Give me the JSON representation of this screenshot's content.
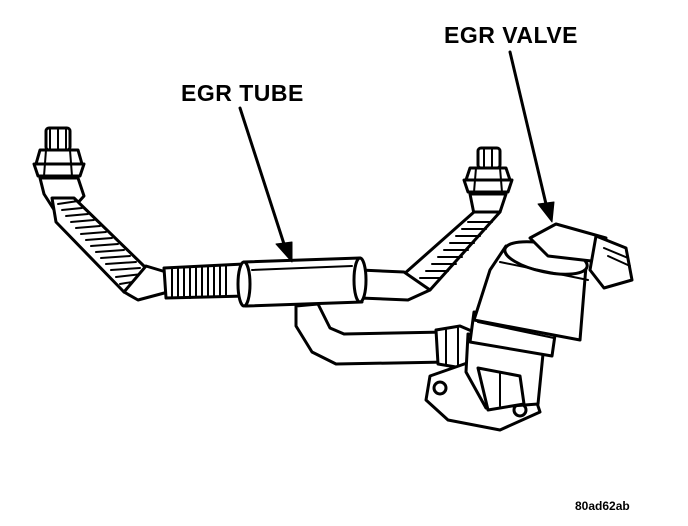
{
  "labels": {
    "egr_tube": "EGR TUBE",
    "egr_valve": "EGR VALVE",
    "figure_code": "80ad62ab"
  },
  "colors": {
    "line": "#000000",
    "fill": "#ffffff"
  }
}
